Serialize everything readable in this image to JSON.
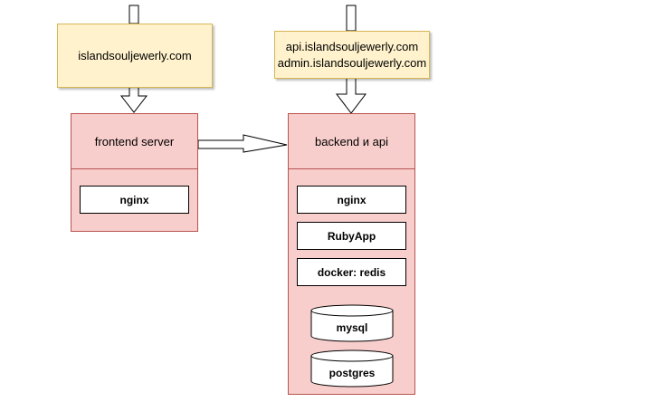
{
  "frontend_domain": {
    "lines": [
      "islandsouljewerly.com"
    ]
  },
  "backend_domains": {
    "lines": [
      "api.islandsouljewerly.com",
      "admin.islandsouljewerly.com"
    ]
  },
  "frontend_server": {
    "title": "frontend server",
    "components": [
      "nginx"
    ]
  },
  "backend_server": {
    "title": "backend и api",
    "components": [
      "nginx",
      "RubyApp",
      "docker: redis"
    ],
    "databases": [
      "mysql",
      "postgres"
    ]
  },
  "colors": {
    "note_fill": "#fff2cc",
    "note_stroke": "#d6b656",
    "server_fill": "#f8cecc",
    "server_stroke": "#b85450"
  }
}
